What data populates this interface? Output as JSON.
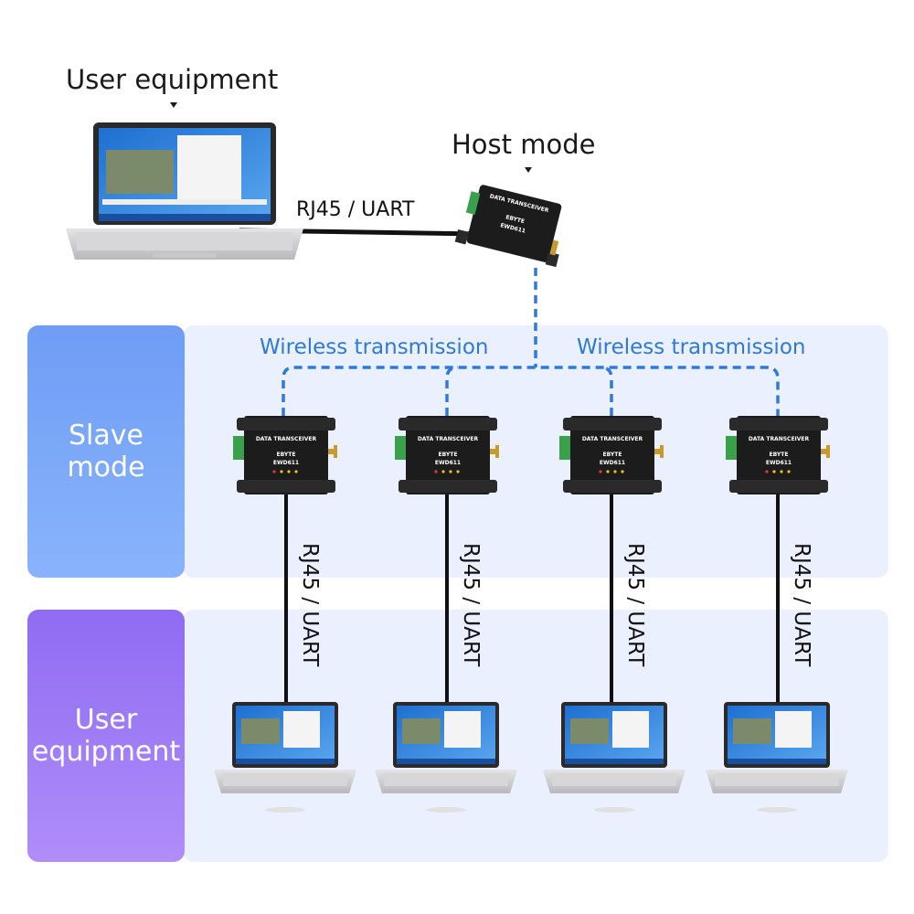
{
  "top": {
    "user_equipment_label": "User equipment",
    "host_mode_label": "Host mode",
    "host_link_label": "RJ45 / UART"
  },
  "wireless": {
    "left_label": "Wireless transmission",
    "right_label": "Wireless transmission"
  },
  "rows": {
    "slave_label": "Slave\nmode",
    "user_label": "User\nequipment"
  },
  "device": {
    "header": "DATA TRANSCEIVER",
    "brand": "EBYTE",
    "model": "EWD611"
  },
  "slaves": [
    {
      "link_label": "RJ45 / UART"
    },
    {
      "link_label": "RJ45 / UART"
    },
    {
      "link_label": "RJ45 / UART"
    },
    {
      "link_label": "RJ45 / UART"
    }
  ],
  "colors": {
    "wireless_blue": "#2f7ad6",
    "panel_light": "#eaf0fd",
    "slave_tile": "#7ea9f8",
    "user_tile": "#9e7cf6",
    "device_body": "#1c1c1c",
    "terminal_green": "#3aa04b"
  },
  "icons": [
    "laptop-icon",
    "transceiver-icon",
    "antenna-icon",
    "terminal-block-icon",
    "signal-icon"
  ]
}
